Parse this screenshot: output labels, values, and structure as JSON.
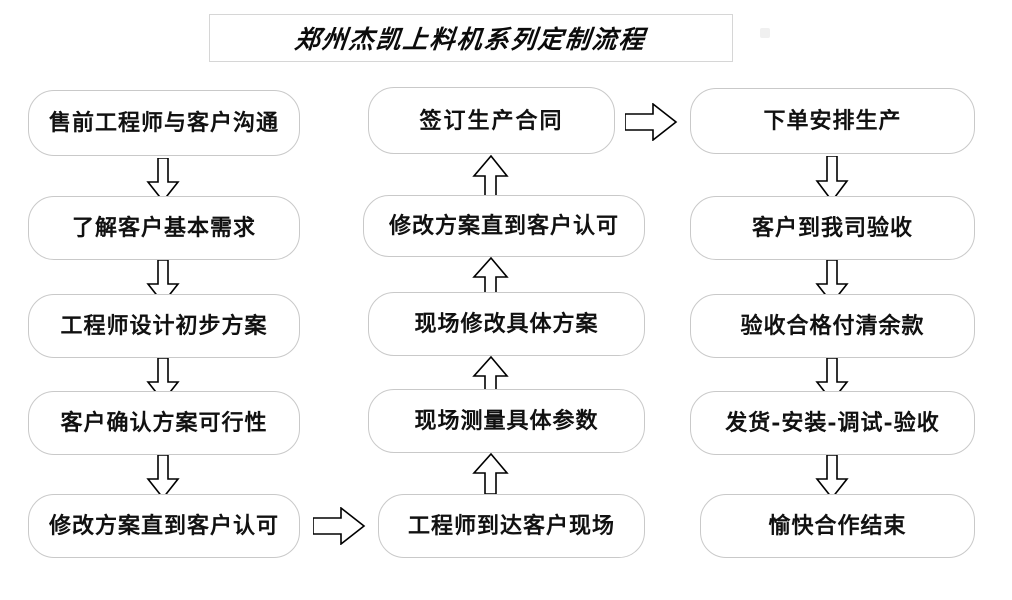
{
  "title": {
    "text": "郑州杰凯上料机系列定制流程"
  },
  "columns": [
    {
      "name": "left-column",
      "direction": "down",
      "nodes": [
        {
          "id": "l1",
          "label": "售前工程师与客户沟通"
        },
        {
          "id": "l2",
          "label": "了解客户基本需求"
        },
        {
          "id": "l3",
          "label": "工程师设计初步方案"
        },
        {
          "id": "l4",
          "label": "客户确认方案可行性"
        },
        {
          "id": "l5",
          "label": "修改方案直到客户认可"
        }
      ]
    },
    {
      "name": "middle-column",
      "direction": "up",
      "nodes": [
        {
          "id": "m1",
          "label": "签订生产合同"
        },
        {
          "id": "m2",
          "label": "修改方案直到客户认可"
        },
        {
          "id": "m3",
          "label": "现场修改具体方案"
        },
        {
          "id": "m4",
          "label": "现场测量具体参数"
        },
        {
          "id": "m5",
          "label": "工程师到达客户现场"
        }
      ]
    },
    {
      "name": "right-column",
      "direction": "down",
      "nodes": [
        {
          "id": "r1",
          "label": "下单安排生产"
        },
        {
          "id": "r2",
          "label": "客户到我司验收"
        },
        {
          "id": "r3",
          "label": "验收合格付清余款"
        },
        {
          "id": "r4",
          "label": "发货-安装-调试-验收"
        },
        {
          "id": "r5",
          "label": "愉快合作结束"
        }
      ]
    }
  ],
  "connectors": {
    "left_to_middle": "arrow-right",
    "middle_to_right": "arrow-right",
    "vertical_down": "arrow-down",
    "vertical_up": "arrow-up"
  },
  "colors": {
    "box_border": "#c9c9c9",
    "title_border": "#d6d6d6",
    "text": "#111111",
    "arrow_stroke": "#000000",
    "background": "#ffffff"
  }
}
